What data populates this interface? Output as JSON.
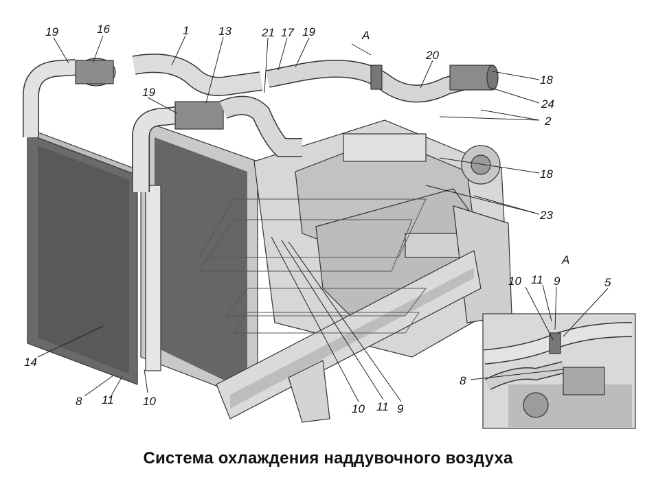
{
  "title": "Система охлаждения наддувочного воздуха",
  "view_label": "А",
  "callouts": {
    "c19a": "19",
    "c16": "16",
    "c1": "1",
    "c13": "13",
    "c21": "21",
    "c17": "17",
    "c19b": "19",
    "cA": "А",
    "c20": "20",
    "c18a": "18",
    "c24": "24",
    "c19c": "19",
    "c2": "2",
    "c18b": "18",
    "c23": "23",
    "c14": "14",
    "c8a": "8",
    "c11a": "11",
    "c10a": "10",
    "c10b": "10",
    "c11b": "11",
    "c9a": "9",
    "c10c": "10",
    "c11c": "11",
    "c9b": "9",
    "c5": "5",
    "c8b": "8"
  }
}
